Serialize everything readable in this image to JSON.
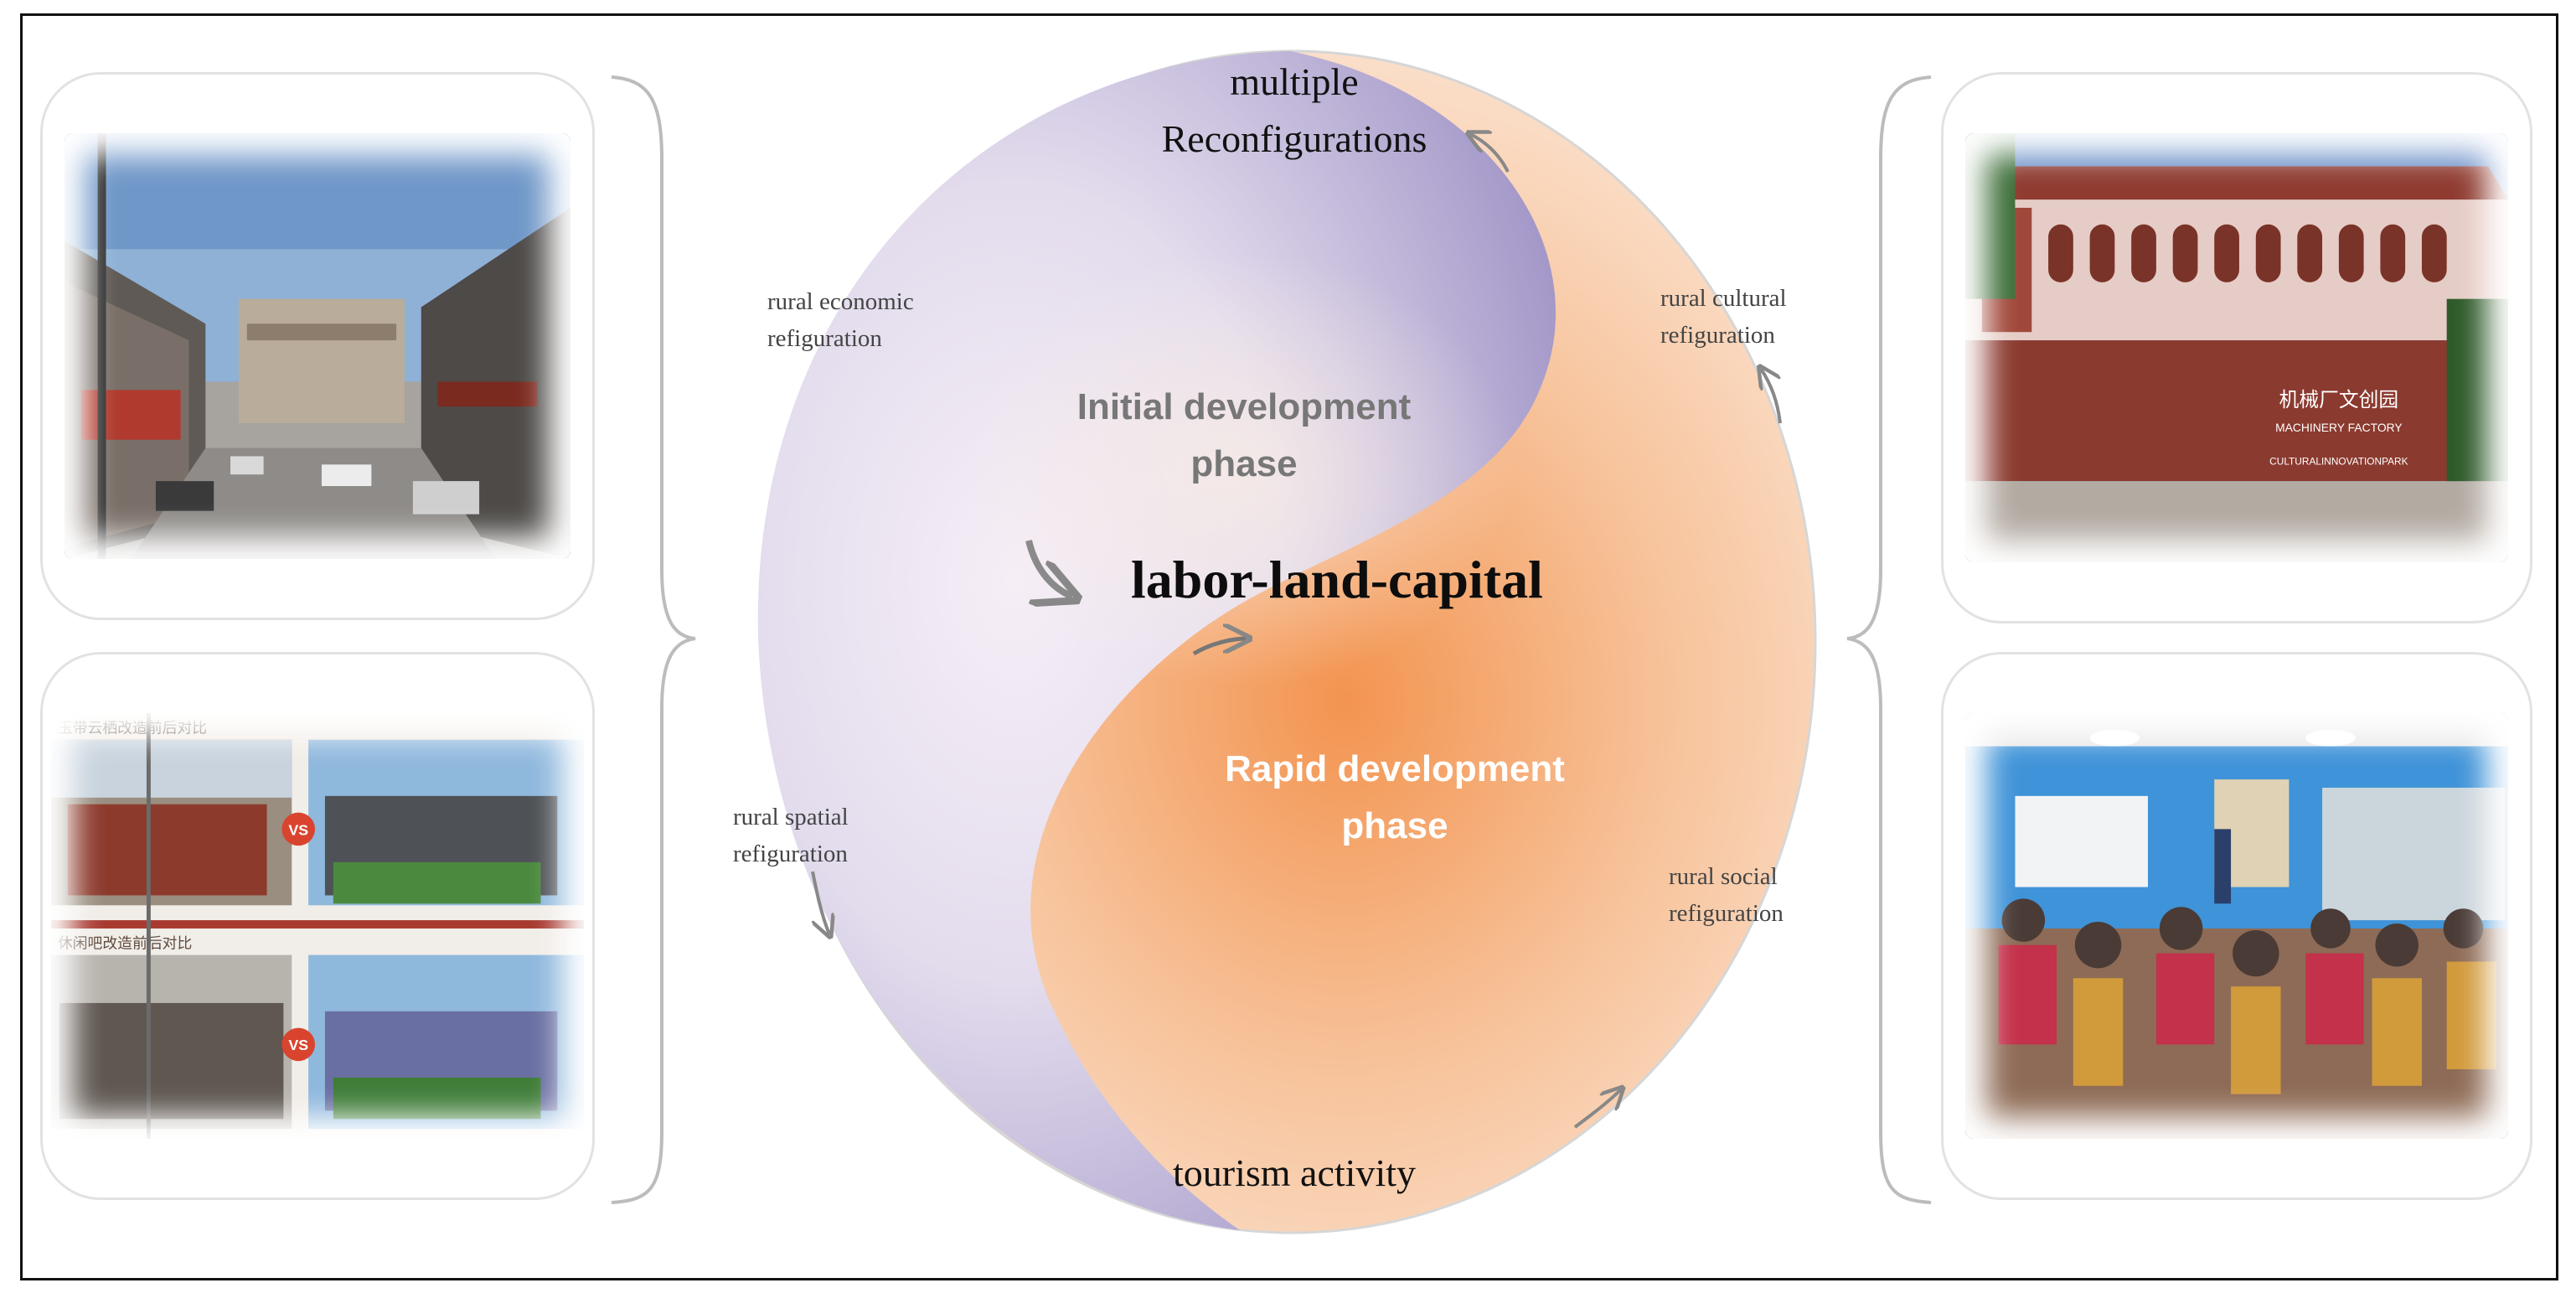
{
  "diagram": {
    "top_title": "multiple\nReconfigurations",
    "bottom_title": "tourism activity",
    "center_title": "labor-land-capital",
    "phase_initial": "Initial development\nphase",
    "phase_rapid": "Rapid development\nphase",
    "label_economic": "rural economic\nrefiguration",
    "label_spatial": "rural spatial\nrefiguration",
    "label_cultural": "rural cultural\nrefiguration",
    "label_social": "rural social\nrefiguration",
    "colors": {
      "purple": "#9b8fc4",
      "orange": "#f39a55",
      "arrow": "#888888"
    }
  },
  "photos": {
    "left_top": {
      "icon": "street-photo-icon"
    },
    "left_bottom": {
      "icon": "before-after-photo-icon",
      "caption_top": "玉带云栖改造前后对比",
      "caption_bottom": "休闲吧改造前后对比",
      "vs_badge": "VS"
    },
    "right_top": {
      "icon": "factory-building-photo-icon",
      "sign_cn": "机械厂文创园",
      "sign_en_1": "MACHINERY FACTORY",
      "sign_en_2": "CULTURALINNOVATIONPARK"
    },
    "right_bottom": {
      "icon": "community-meeting-photo-icon"
    }
  }
}
